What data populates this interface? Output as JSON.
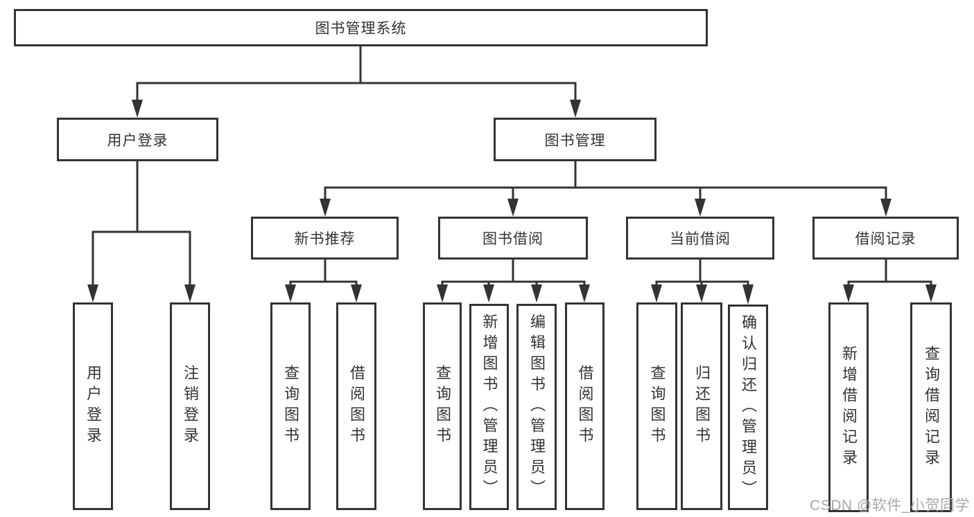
{
  "tree": {
    "label": "图书管理系统",
    "children": [
      {
        "label": "用户登录",
        "children": [
          {
            "label": "用户登录"
          },
          {
            "label": "注销登录"
          }
        ]
      },
      {
        "label": "图书管理",
        "children": [
          {
            "label": "新书推荐",
            "children": [
              {
                "label": "查询图书"
              },
              {
                "label": "借阅图书"
              }
            ]
          },
          {
            "label": "图书借阅",
            "children": [
              {
                "label": "查询图书"
              },
              {
                "label": "新增图书（管理员）"
              },
              {
                "label": "编辑图书（管理员）"
              },
              {
                "label": "借阅图书"
              }
            ]
          },
          {
            "label": "当前借阅",
            "children": [
              {
                "label": "查询图书"
              },
              {
                "label": "归还图书"
              },
              {
                "label": "确认归还（管理员）"
              }
            ]
          },
          {
            "label": "借阅记录",
            "children": [
              {
                "label": "新增借阅记录"
              },
              {
                "label": "查询借阅记录"
              }
            ]
          }
        ]
      }
    ]
  },
  "watermark": "CSDN @软件_小贺同学",
  "colors": {
    "line": "#333333",
    "box_border": "#333333",
    "text": "#333333",
    "watermark": "#a8a8a8",
    "background": "#ffffff"
  }
}
